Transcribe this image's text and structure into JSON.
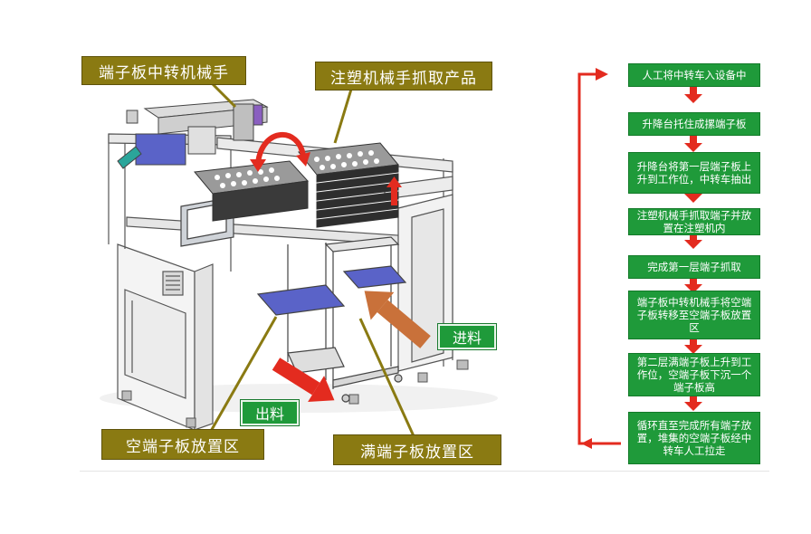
{
  "labels": {
    "transfer_robot": "端子板中转机械手",
    "injection_robot": "注塑机械手抓取产品",
    "feed_in": "进料",
    "feed_out": "出料",
    "empty_zone": "空端子板放置区",
    "full_zone": "满端子板放置区"
  },
  "flow": {
    "steps": [
      "人工将中转车入设备中",
      "升降台托住成摞端子板",
      "升降台将第一层端子板上升到工作位，中转车抽出",
      "注塑机械手抓取端子并放置在注塑机内",
      "完成第一层端子抓取",
      "端子板中转机械手将空端子板转移至空端子板放置区",
      "第二层满端子板上升到工作位，空端子板下沉一个端子板高",
      "循环直至完成所有端子放置，堆集的空端子板经中转车人工拉走"
    ]
  },
  "colors": {
    "callout": "#8a7a12",
    "step_box": "#1f9a3a",
    "arrow_red": "#e32b1f",
    "arrow_brown": "#c9713a",
    "machine_blue": "#5a63c8"
  }
}
